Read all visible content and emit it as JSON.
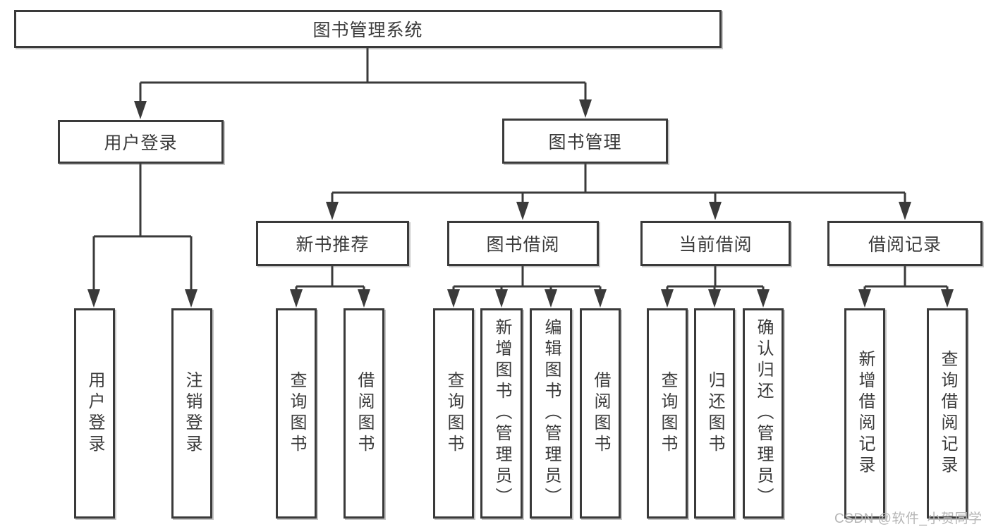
{
  "diagram_title": "图书管理系统",
  "colors": {
    "line": "#3a3a3a",
    "box_border": "#3a3a3a",
    "box_background": "#ffffff",
    "text": "#3a3a3a",
    "watermark": "#b5b5b5",
    "page_background": "#ffffff"
  },
  "nodes": {
    "root": "图书管理系统",
    "level2": [
      "用户登录",
      "图书管理"
    ],
    "level3": [
      "新书推荐",
      "图书借阅",
      "当前借阅",
      "借阅记录"
    ],
    "leaves": [
      "用户登录",
      "注销登录",
      "查询图书",
      "借阅图书",
      "查询图书",
      "新增图书（管理员）",
      "编辑图书（管理员）",
      "借阅图书",
      "查询图书",
      "归还图书",
      "确认归还（管理员）",
      "新增借阅记录",
      "查询借阅记录"
    ]
  },
  "hierarchy": {
    "图书管理系统": [
      "用户登录",
      "图书管理"
    ],
    "用户登录": [
      "用户登录",
      "注销登录"
    ],
    "图书管理": [
      "新书推荐",
      "图书借阅",
      "当前借阅",
      "借阅记录"
    ],
    "新书推荐": [
      "查询图书",
      "借阅图书"
    ],
    "图书借阅": [
      "查询图书",
      "新增图书（管理员）",
      "编辑图书（管理员）",
      "借阅图书"
    ],
    "当前借阅": [
      "查询图书",
      "归还图书",
      "确认归还（管理员）"
    ],
    "借阅记录": [
      "新增借阅记录",
      "查询借阅记录"
    ]
  },
  "watermark": "CSDN @软件_小贺同学"
}
